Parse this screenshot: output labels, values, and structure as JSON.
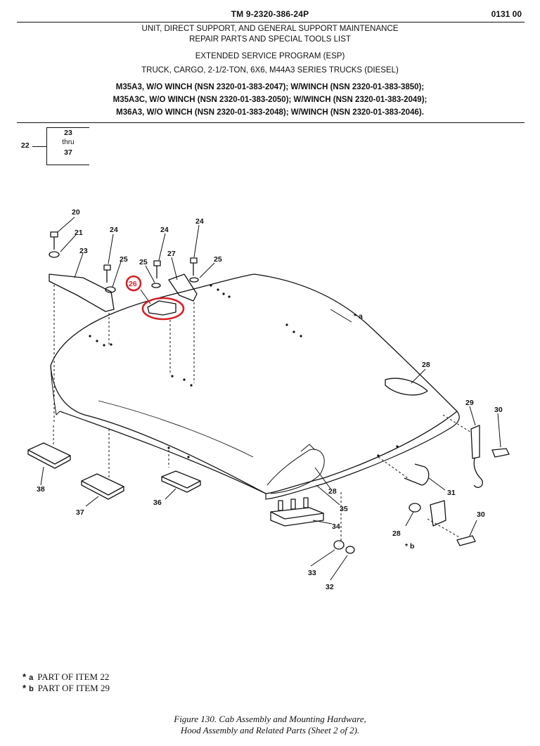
{
  "header": {
    "tm_number": "TM 9-2320-386-24P",
    "page_code": "0131 00",
    "title_line1": "UNIT, DIRECT SUPPORT, AND GENERAL SUPPORT MAINTENANCE",
    "title_line2": "REPAIR PARTS AND SPECIAL TOOLS LIST",
    "program": "EXTENDED SERVICE PROGRAM (ESP)",
    "vehicle": "TRUCK, CARGO, 2-1/2-TON, 6X6, M44A3 SERIES TRUCKS (DIESEL)",
    "models": [
      "M35A3, W/O WINCH (NSN 2320-01-383-2047); W/WINCH (NSN 2320-01-383-3850);",
      "M35A3C, W/O WINCH (NSN 2320-01-383-2050); W/WINCH (NSN 2320-01-383-2049);",
      "M36A3, W/O WINCH (NSN 2320-01-383-2048); W/WINCH (NSN 2320-01-383-2046)."
    ]
  },
  "callout": {
    "item": "22",
    "range": [
      "23",
      "thru",
      "37"
    ]
  },
  "diagram": {
    "highlight_color": "#d61f26",
    "labels": {
      "l20": "20",
      "l21": "21",
      "l23": "23",
      "l24a": "24",
      "l24b": "24",
      "l24c": "24",
      "l25a": "25",
      "l25b": "25",
      "l25c": "25",
      "l26": "26",
      "l27": "27",
      "la": "* a",
      "l28a": "28",
      "l28b": "28",
      "l28c": "28",
      "l29": "29",
      "l30a": "30",
      "l30b": "30",
      "l31": "31",
      "l32": "32",
      "l33": "33",
      "l34": "34",
      "l35": "35",
      "l36": "36",
      "l37": "37",
      "l38": "38",
      "lb": "* b"
    }
  },
  "notes": [
    {
      "star": "*",
      "letter": "a",
      "text": "PART OF ITEM 22"
    },
    {
      "star": "*",
      "letter": "b",
      "text": "PART OF ITEM 29"
    }
  ],
  "caption": {
    "line1": "Figure 130.  Cab Assembly and Mounting Hardware,",
    "line2": "Hood Assembly and Related Parts (Sheet 2 of 2)."
  }
}
